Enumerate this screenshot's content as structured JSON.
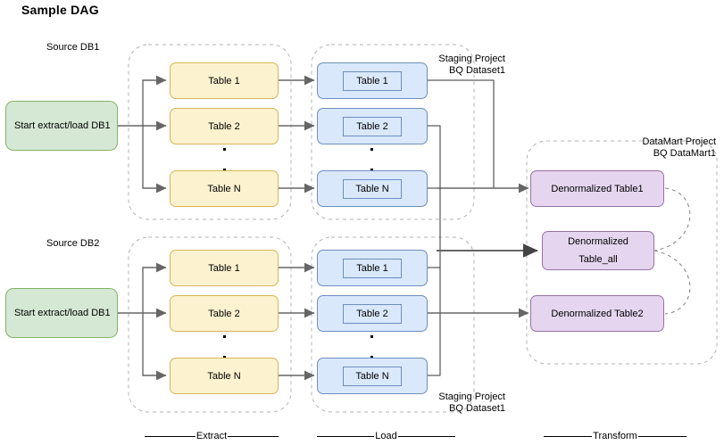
{
  "page": {
    "title": "Sample DAG"
  },
  "containers": {
    "source_db1": {
      "label": "Source DB1"
    },
    "source_db2": {
      "label": "Source DB2"
    },
    "staging_top": {
      "label": "Staging Project\nBQ Dataset1"
    },
    "staging_bottom": {
      "label": "Staging Project\nBQ Dataset1"
    },
    "datamart": {
      "label": "DataMart Project\nBQ DataMart1"
    }
  },
  "start_nodes": [
    {
      "label": "Start extract/load DB1"
    },
    {
      "label": "Start extract/load DB1"
    }
  ],
  "extract_top": [
    {
      "label": "Table 1"
    },
    {
      "label": "Table 2"
    },
    {
      "label": "Table N"
    }
  ],
  "extract_bottom": [
    {
      "label": "Table 1"
    },
    {
      "label": "Table 2"
    },
    {
      "label": "Table N"
    }
  ],
  "load_top": [
    {
      "label": "Table 1"
    },
    {
      "label": "Table 2"
    },
    {
      "label": "Table N"
    }
  ],
  "load_bottom": [
    {
      "label": "Table 1"
    },
    {
      "label": "Table 2"
    },
    {
      "label": "Table N"
    }
  ],
  "transform": [
    {
      "label": "Denormalized Table1"
    },
    {
      "label_line1": "Denormalized",
      "label_line2": "Table_all"
    },
    {
      "label": "Denormalized Table2"
    }
  ],
  "phases": [
    {
      "label": "Extract"
    },
    {
      "label": "Load"
    },
    {
      "label": "Transform"
    }
  ],
  "colors": {
    "green_fill": "#d5e8d4",
    "green_stroke": "#82b366",
    "yellow_fill": "#fdf2cf",
    "yellow_stroke": "#d6b656",
    "blue_fill": "#dae8fc",
    "blue_stroke": "#6c8ebf",
    "purple_fill": "#e5d5ef",
    "purple_stroke": "#9673a6",
    "edge": "#666666",
    "container_stroke": "#b3b3b3",
    "thin_edge": "#333333"
  }
}
